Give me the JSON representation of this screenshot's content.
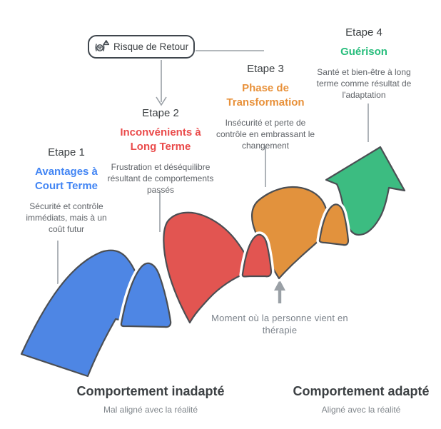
{
  "badge": {
    "label": "Risque de Retour",
    "icon": "risk-alert-icon"
  },
  "stages": [
    {
      "etape": "Etape 1",
      "title": "Avantages à Court Terme",
      "description": "Sécurité et contrôle immédiats, mais à un coût futur"
    },
    {
      "etape": "Etape 2",
      "title": "Inconvénients à Long Terme",
      "description": "Frustration et déséquilibre résultant de comportements passés"
    },
    {
      "etape": "Etape 3",
      "title": "Phase de Transformation",
      "description": "Insécurité et perte de contrôle en embrassant le changement"
    },
    {
      "etape": "Etape 4",
      "title": "Guérison",
      "description": "Santé et bien-être à long terme comme résultat de l'adaptation"
    }
  ],
  "moment": {
    "text": "Moment où la personne vient en thérapie"
  },
  "bottom": {
    "left": {
      "title": "Comportement inadapté",
      "subtitle": "Mal aligné avec la réalité"
    },
    "right": {
      "title": "Comportement adapté",
      "subtitle": "Aligné avec la réalité"
    }
  },
  "colors": {
    "wave_blue": "#4e86e4",
    "wave_red": "#e25551",
    "wave_orange": "#e2923d",
    "wave_green": "#3cbc81",
    "title_blue": "#4285f4",
    "title_red": "#ea4b4b",
    "title_orange": "#e8913a",
    "title_green": "#27bd7c",
    "outline": "#4b4e53",
    "connector": "#9aa0a6"
  }
}
